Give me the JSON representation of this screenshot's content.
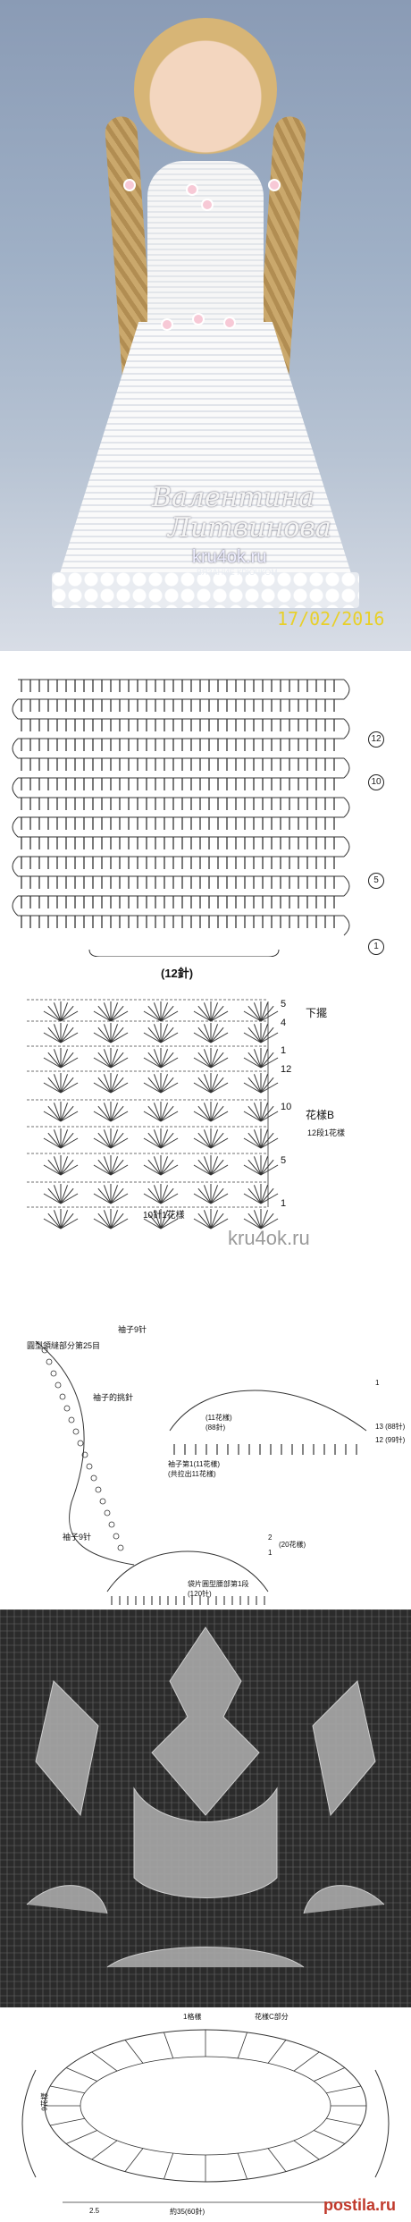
{
  "photo": {
    "author_line1": "Валентина",
    "author_line2": "Литвинова",
    "site": "kru4ok.ru",
    "site_sub": "ВЯЗАНИЕ КРЮЧКОМ",
    "date": "17/02/2016",
    "colors": {
      "background": "#9fb0c6",
      "dress": "#f6f6f6",
      "flowers": "#f7c9d6",
      "date": "#e8d02a"
    }
  },
  "chart1": {
    "row_markers": [
      "12",
      "10",
      "5",
      "1"
    ],
    "count_label": "(12針)"
  },
  "chart2": {
    "row_numbers_top": [
      "5",
      "4",
      "1"
    ],
    "row_numbers_mid": [
      "12",
      "10",
      "5",
      "1"
    ],
    "section_top": "下擺",
    "section_mid": "花樣B",
    "section_mid_sub": "12段1花樣",
    "repeat_label": "10針1花樣"
  },
  "chart3": {
    "sleeve_top": "袖子9针",
    "round_yoke": "圓型領縫部分第25目",
    "sleeve_cuff_note": "袖子的挑針",
    "sleeve_row1": "袖子第1(11花樣)",
    "sleeve_row2": "(共拉出11花樣)",
    "sleeve_bottom": "袖子9针",
    "pattern_11": "(11花樣)",
    "pattern_88": "(88針)",
    "row_13": "13 (88针)",
    "row_12": "12 (99针)",
    "row_1": "1",
    "watermark": "kru4ok.ru",
    "small_2": "2",
    "small_20": "(20花樣)",
    "small_1": "1",
    "small_note1": "袋片圓型腰部第1段",
    "small_note2": "(120针)"
  },
  "chart5": {
    "label_top1": "1格樣",
    "label_top2": "花樣C部分",
    "label_left": "9花樣",
    "label_bottom1": "約35(60針)",
    "label_bottom2": "2.5"
  },
  "footer_watermark": "postila.ru"
}
